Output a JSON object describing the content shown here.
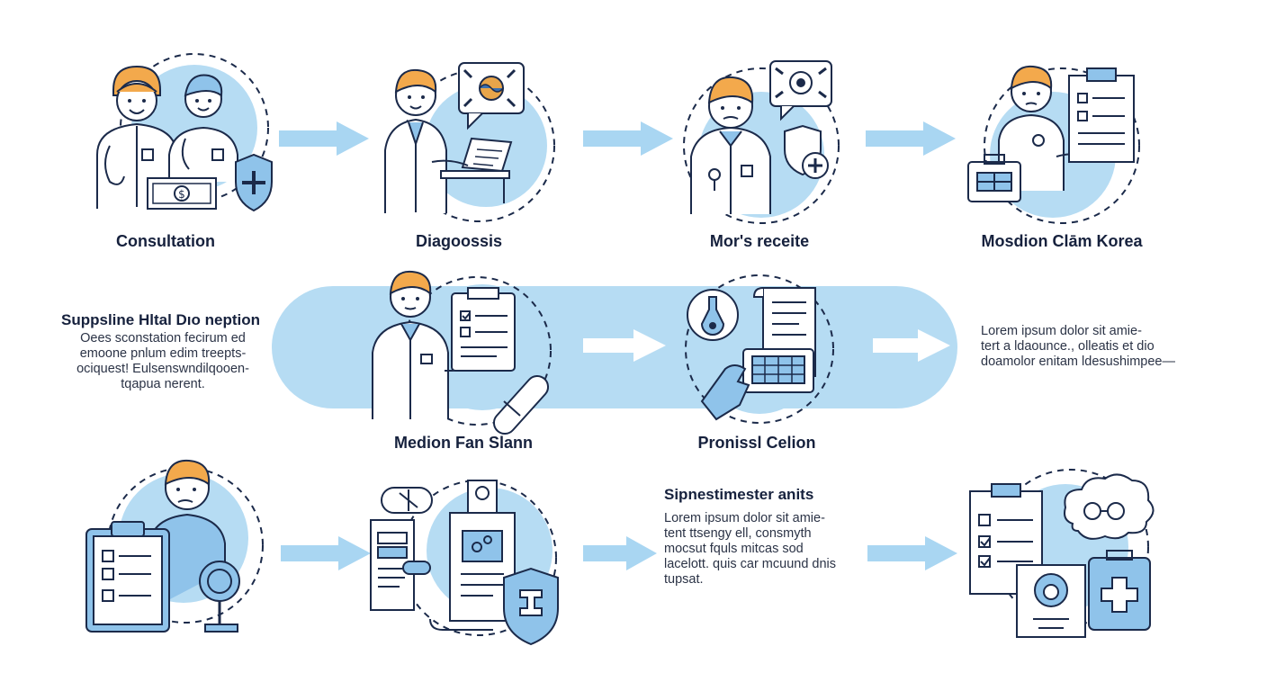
{
  "colors": {
    "line": "#1b2a4a",
    "light_blue": "#b6dcf3",
    "arrow": "#a9d6f2",
    "skin": "#ffffff",
    "hair": "#f3a94c",
    "accent_blue": "#8fc3ea"
  },
  "row1": {
    "steps": [
      {
        "label": "Consultation"
      },
      {
        "label": "Diagoossis"
      },
      {
        "label": "Mor's receite"
      },
      {
        "label": "Mosdion Clām Korea"
      }
    ]
  },
  "row2": {
    "left": {
      "heading": "Suppsline Hltal Dıo neption",
      "lines": [
        "Oees sconstation fecirum ed",
        "emoone pnlum edim treepts-",
        "ociquest! Eulsenswndilqooen-",
        "tqapua nerent."
      ]
    },
    "steps": [
      {
        "label": "Medion Fan Slann"
      },
      {
        "label": "Pronissl Celion"
      }
    ],
    "right": {
      "lines": [
        "Lorem ipsum dolor sit amie-",
        "tert a ldaounce., olleatis et dio",
        "doamolor enitam ldesushimpee—"
      ]
    }
  },
  "row3": {
    "middle": {
      "heading": "Sipnestimester anits",
      "lines": [
        "Lorem ipsum dolor sit amie-",
        "tent  ttsengy ell, consmyth",
        "mocsut fquls mitcas sod",
        "lacelott. quis car mcuund dnis",
        "tupsat."
      ]
    }
  },
  "icons": [
    "doctors-consultation-icon",
    "doctor-diagnosis-icon",
    "doctor-receipt-icon",
    "doctor-clipboard-korea-icon",
    "doctor-medical-plan-icon",
    "professional-selection-icon",
    "doctor-clipboard-icon",
    "documents-shield-icon",
    "checklist-medical-kit-icon"
  ]
}
